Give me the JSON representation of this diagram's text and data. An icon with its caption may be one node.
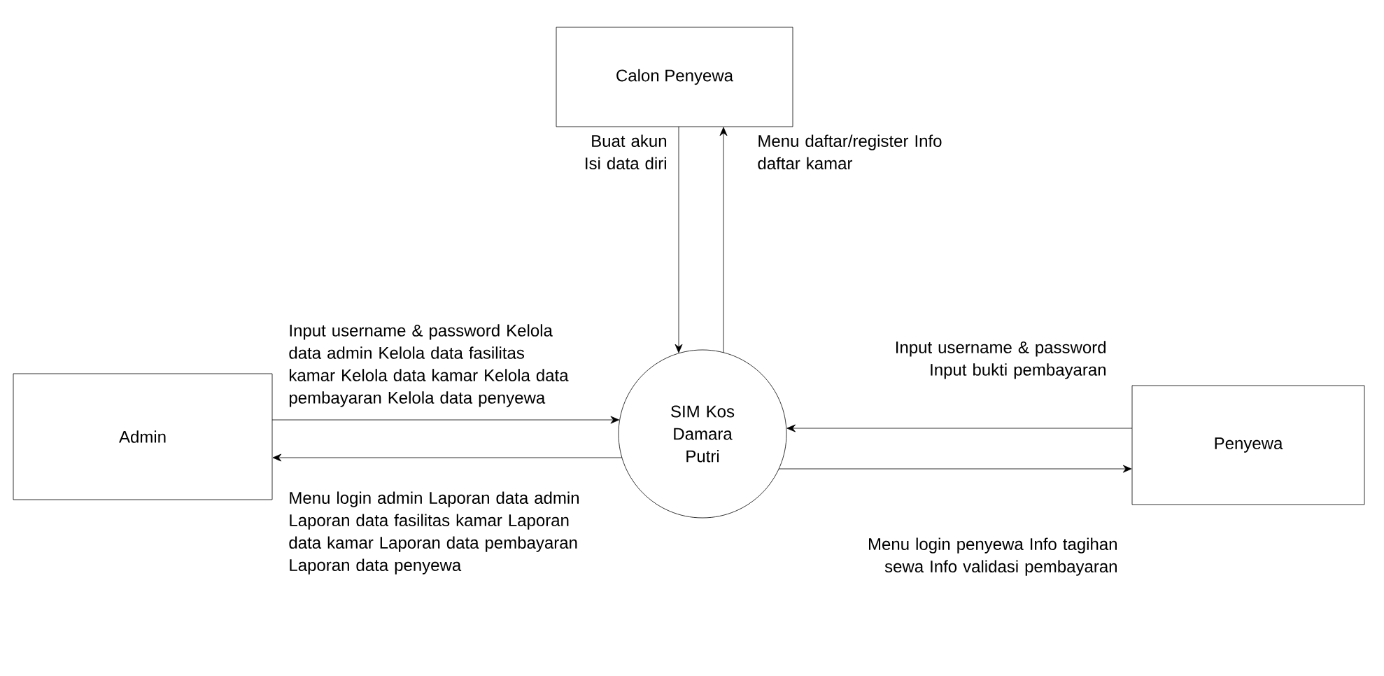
{
  "diagram": {
    "nodes": [
      {
        "text": [
          "Calon Penyewa"
        ]
      },
      {
        "text": [
          "Admin"
        ]
      },
      {
        "text": [
          "SIM Kos Damara Putri"
        ]
      },
      {
        "text": [
          "Penyewa"
        ]
      }
    ],
    "edges": [
      {
        "from": 0,
        "to": 2,
        "arrow": "to",
        "label": "Buat akun Isi data diri"
      },
      {
        "from": 2,
        "to": 0,
        "arrow": "to",
        "label": "Menu daftar/register Info daftar kamar"
      },
      {
        "from": 1,
        "to": 2,
        "arrow": "to",
        "label": "Input username & password Kelola data admin Kelola data fasilitas kamar Kelola data kamar Kelola data pembayaran Kelola data penyewa"
      },
      {
        "from": 2,
        "to": 1,
        "arrow": "to",
        "label": "Menu login admin Laporan data admin Laporan data fasilitas kamar Laporan data kamar Laporan data pembayaran Laporan data penyewa"
      },
      {
        "from": 3,
        "to": 2,
        "arrow": "to",
        "label": "Input username & password Input bukti pembayaran"
      },
      {
        "from": 2,
        "to": 3,
        "arrow": "to",
        "label": "Menu login penyewa Info tagihan sewa Info validasi pembayaran"
      }
    ]
  }
}
